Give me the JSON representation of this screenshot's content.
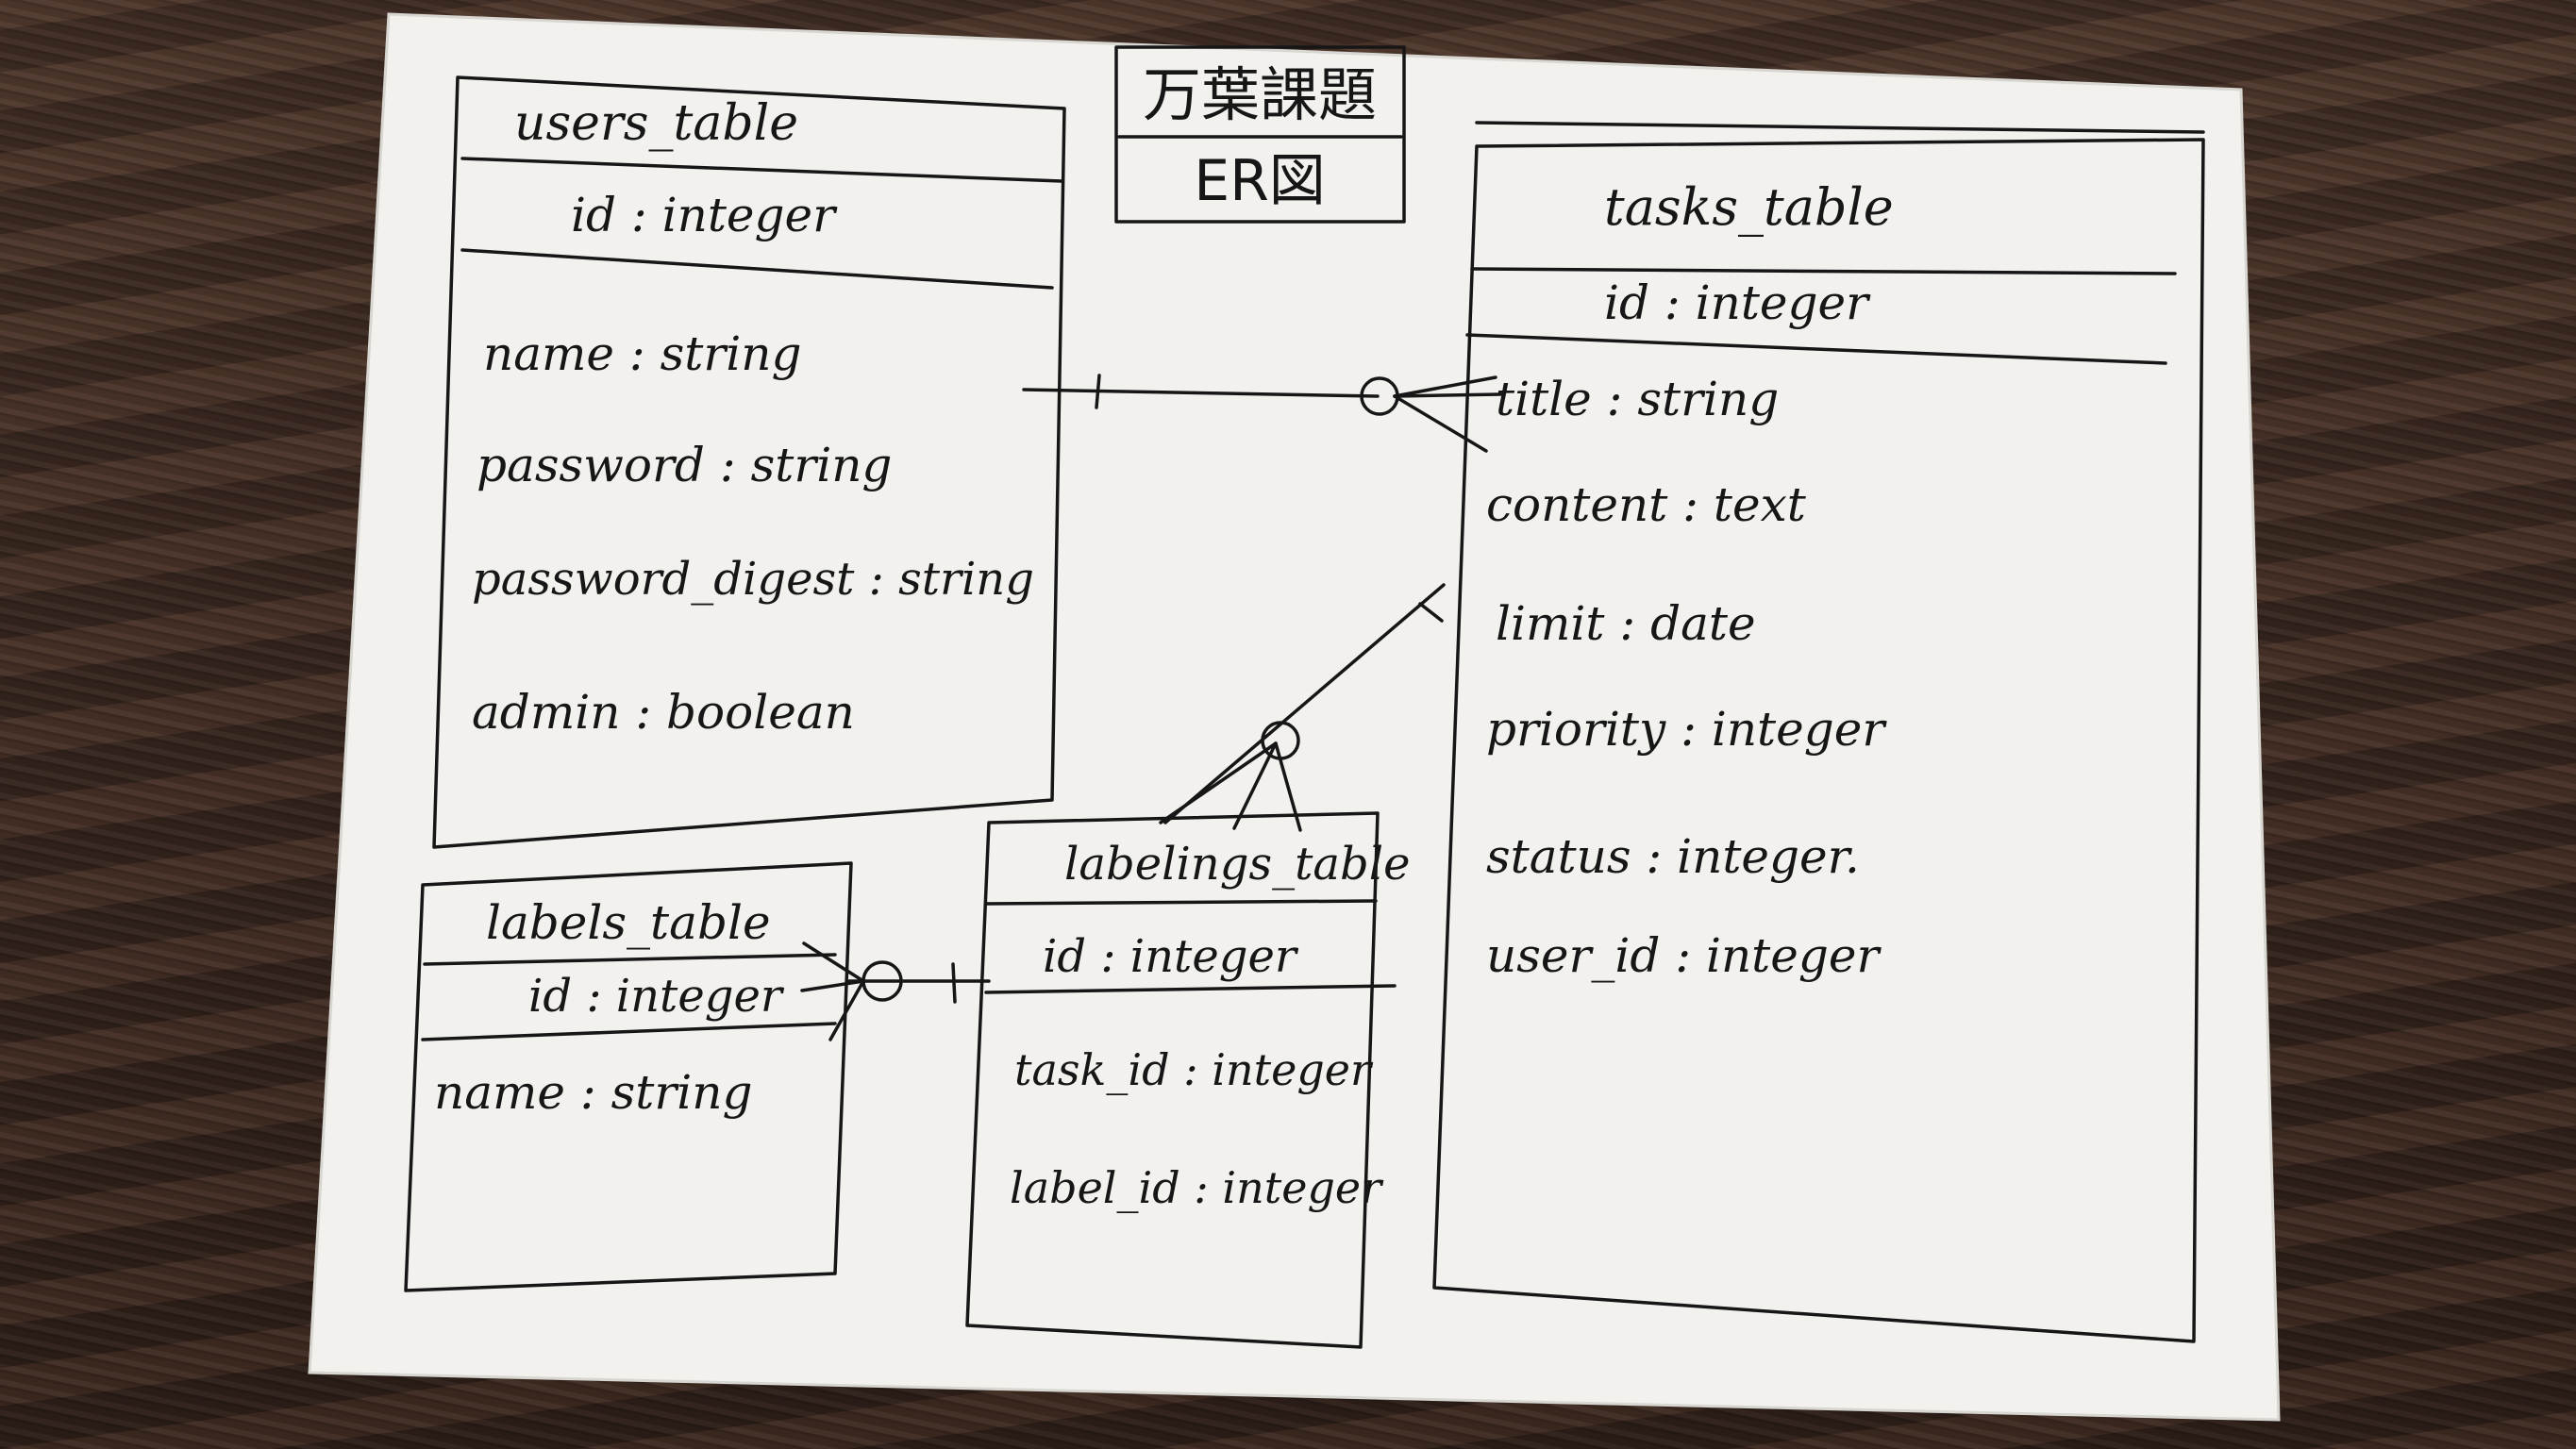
{
  "title_box": {
    "line1": "万葉課題",
    "line2": "ER図"
  },
  "users_table": {
    "name": "users_table",
    "pk": "id : integer",
    "fields": [
      "name : string",
      "password : string",
      "password_digest : string",
      "admin : boolean"
    ]
  },
  "tasks_table": {
    "name": "tasks_table",
    "pk": "id : integer",
    "fields": [
      "title : string",
      "content : text",
      "limit : date",
      "priority : integer",
      "status : integer.",
      "user_id : integer"
    ]
  },
  "labels_table": {
    "name": "labels_table",
    "pk": "id : integer",
    "fields": [
      "name : string"
    ]
  },
  "labelings_table": {
    "name": "labelings_table",
    "pk": "id : integer",
    "fields": [
      "task_id : integer",
      "label_id : integer"
    ]
  },
  "colors": {
    "ink": "#161616",
    "paper": "#f2f1ee"
  }
}
